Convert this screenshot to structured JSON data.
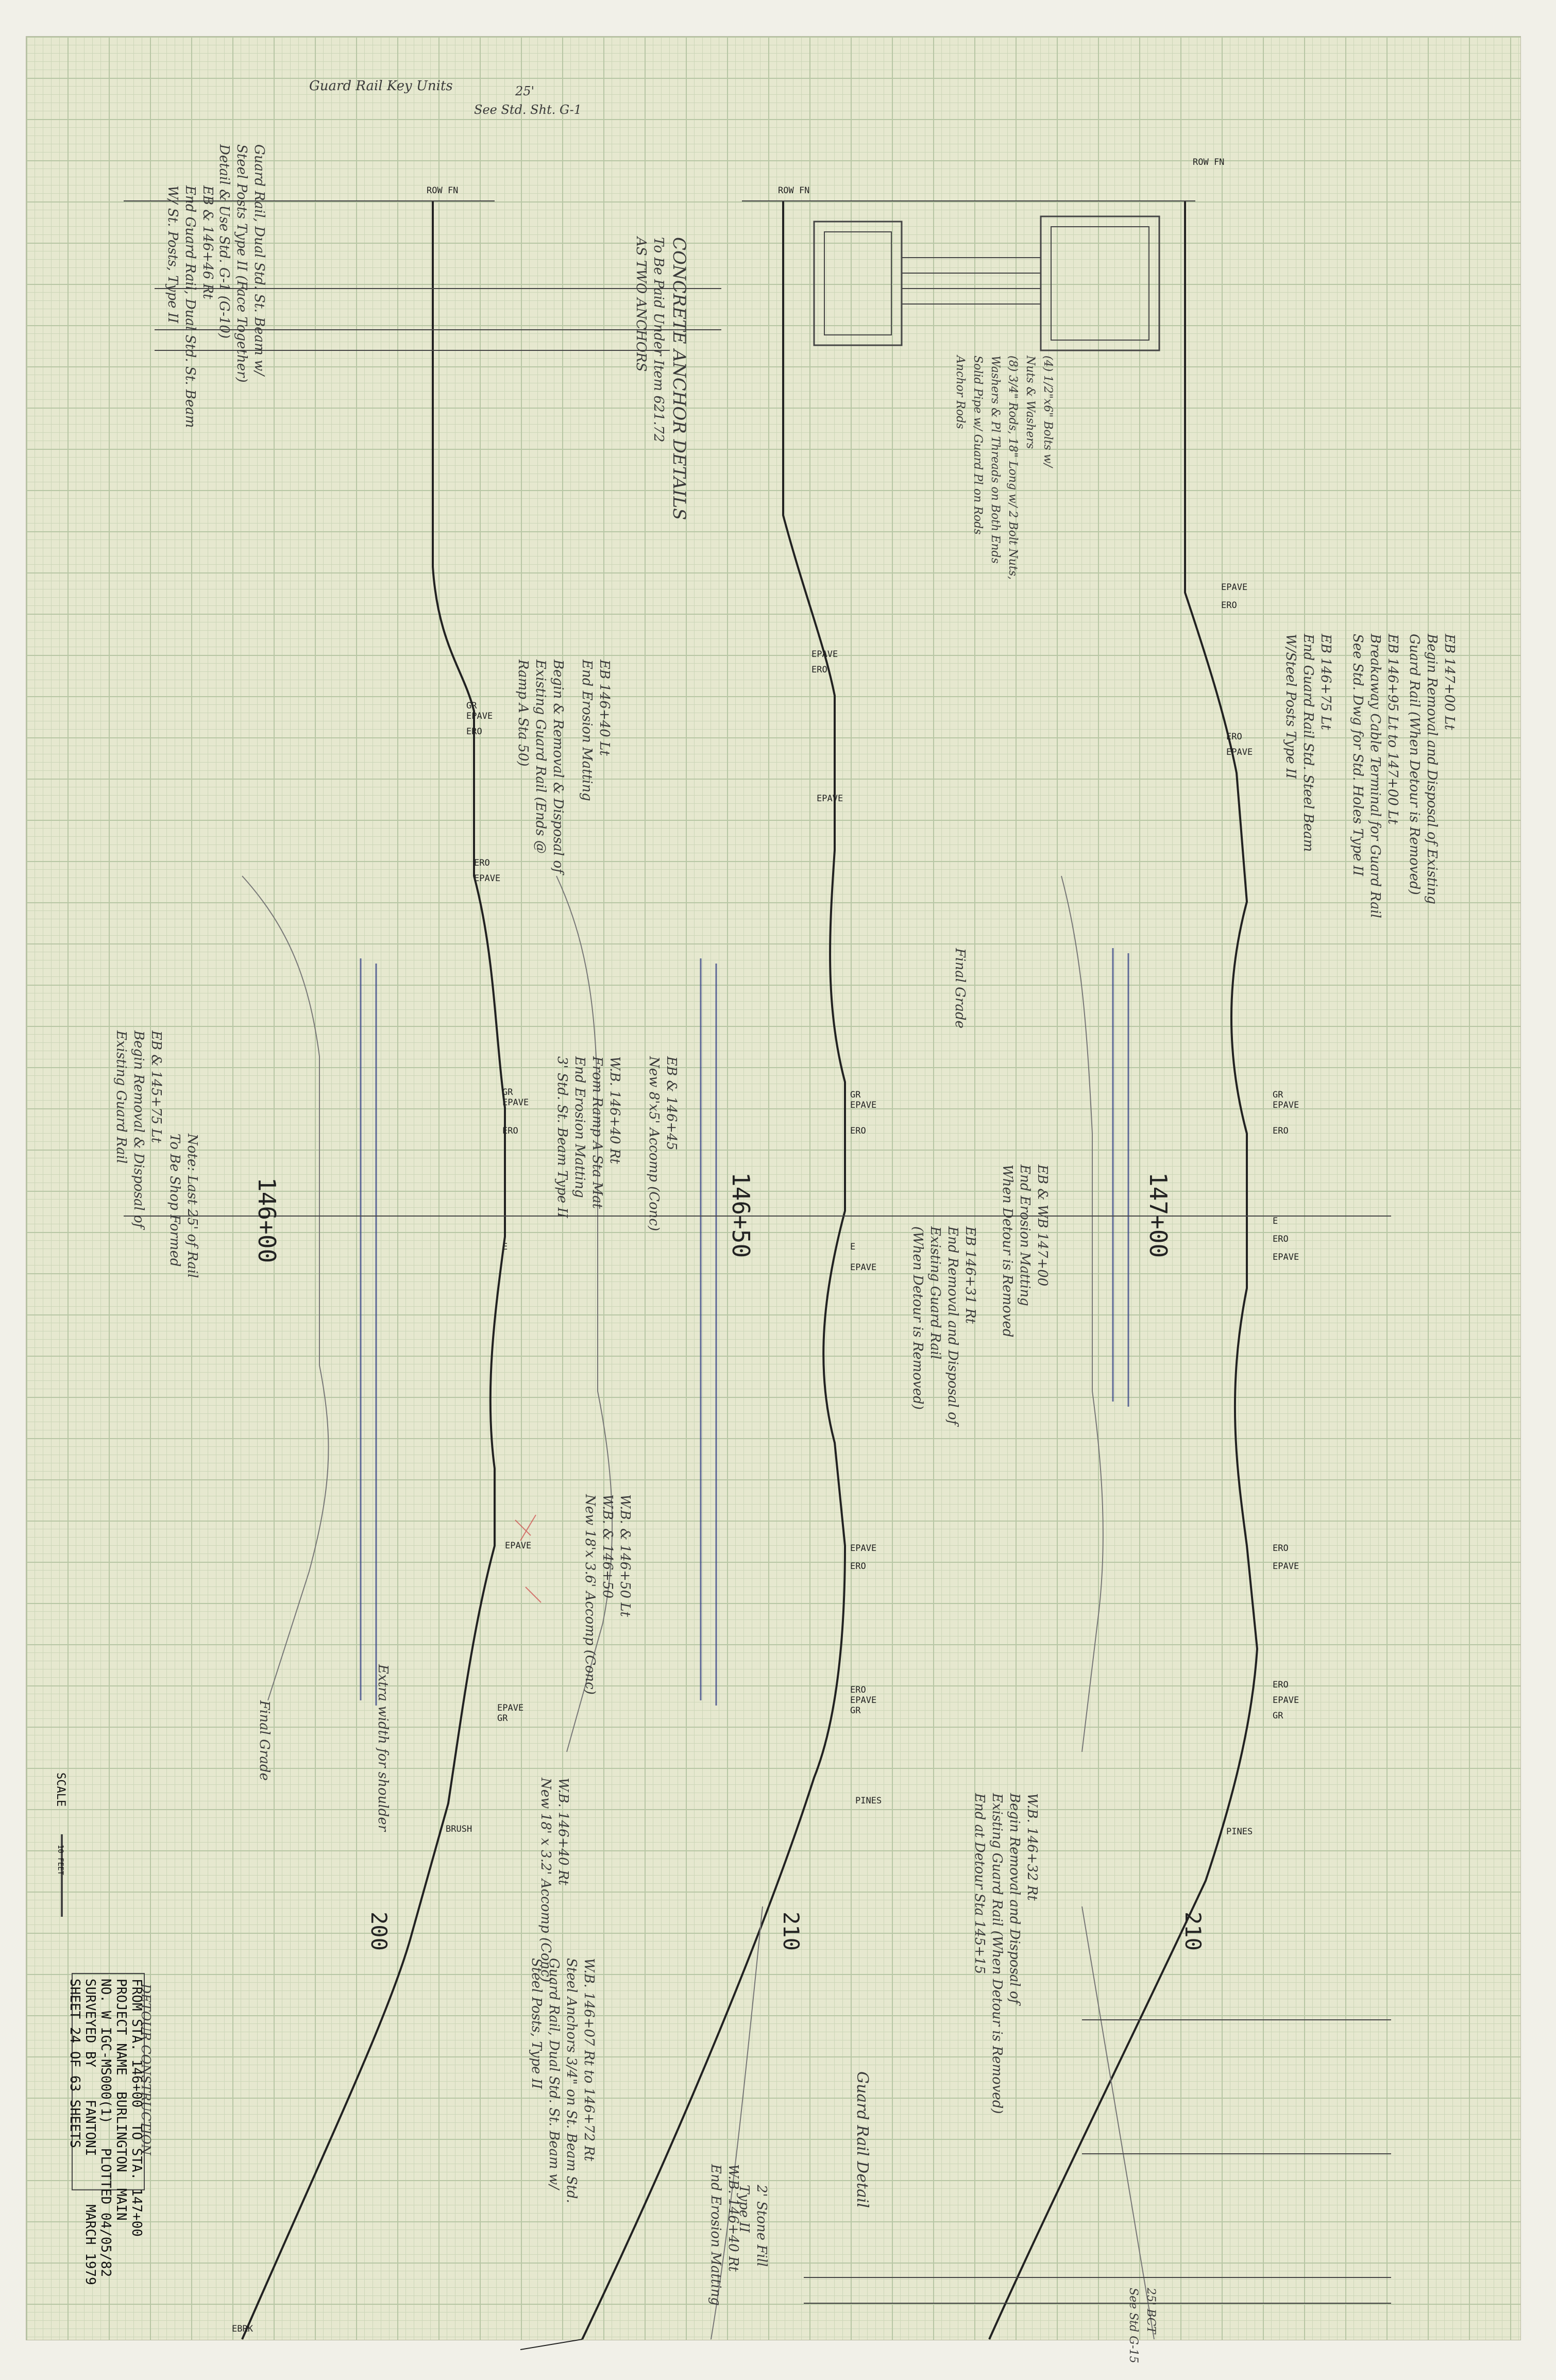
{
  "drawing": {
    "guard_rail_key_units": "Guard Rail Key Units",
    "see_std": "See Std. Sht. G-1",
    "dim_25": "25'",
    "row_fn": "ROW FN",
    "ero": "ERO",
    "epave": "EPAVE",
    "e_label": "E",
    "gr": "GR",
    "pines": "PINES",
    "brush": "BRUSH",
    "ebrk": "EBRK",
    "station_146": "146+00",
    "station_146_50": "146+50",
    "station_147": "147+00",
    "elev_200": "200",
    "elev_210a": "210",
    "elev_210b": "210",
    "concrete_anchor_title": "CONCRETE ANCHOR DETAILS",
    "concrete_anchor_sub": "To Be Paid Under Item 621.72\nAS TWO ANCHORS",
    "anchor_notes": "(4) 1/2\"x6\" Bolts w/\nNuts & Washers\n(8) 3/4\" Rods, 18\" Long w/ 2 Bolt Nuts,\nWashers & Pl Threads on Both Ends\nSolid Pipe w/ Guard Pl on Rods\nAnchor Rods",
    "top_notes": "EB 147+00 Lt\nBegin Removal and Disposal of Existing\nGuard Rail (When Detour is Removed)",
    "eb_notes_2": "EB 146+95 Lt to 147+00 Lt\nBreakaway Cable Terminal for Guard Rail\nSee Std. Dwg for Std. Holes Type II",
    "eb_notes_3": "EB 146+75 Lt\nEnd Guard Rail Std. Steel Beam\nW/Steel Posts Type II",
    "final_grade": "Final Grade",
    "eb_146_40": "EB 146+40 Lt\nEnd Erosion Matting",
    "begin_removal": "Begin & Removal & Disposal of\nExisting Guard Rail (Ends @\nRamp A Sta 50)",
    "anchor_note_left": "Note: Last 25' of Rail\nTo Be Shop Formed",
    "guard_rail_dual": "Guard Rail, Dual Std. St. Beam w/\nSteel Posts Type II (Face Together)\nDetail & Use Std. G-1 (G-10)",
    "eb_146_46": "EB & 146+46 Rt\nEnd Guard Rail, Dual Std. St. Beam\nW/ St. Posts, Type II",
    "eb_145_75": "EB & 145+75 Lt\nBegin Removal & Disposal of\nExisting Guard Rail",
    "eb_146_45": "EB & 146+45\nNew 8'x5' Accomp (Conc)",
    "wb_146_40": "W.B. 146+40 Rt\nFrom Ramp A Sta Mat\nEnd Erosion Matting\n3' Std. St. Beam Type II",
    "wb_146_50": "W.B. & 146+50 Lt\nW.B. & 146+50\nNew 18'x 3.6' Accomp (Conc)",
    "wb_146_40b": "W.B. 146+40 Rt\nNew 18' x 3.2' Accomp (Conc)",
    "wb_146_07": "W.B. 146+07 Rt to 146+72 Rt\nSteel Anchors 3/4\" on St. Beam Std.\nGuard Rail, Dual Std. St. Beam w/\nSteel Posts, Type II",
    "wb_146_32": "W.B. 146+32 Rt\nBegin Removal and Disposal of\nExisting Guard Rail (When Detour is Removed)\nEnd at Detour Sta 145+15",
    "eb_147_00": "EB & WB 147+00\nEnd Erosion Matting\nWhen Detour is Removed",
    "eb_147_rail": "EB 146+31 Rt\nEnd Removal and Disposal of\nExisting Guard Rail\n(When Detour is Removed)",
    "guard_rail_detail": "Guard Rail Detail",
    "stone_fill": "2' Stone Fill\nType II",
    "wb_146_40c": "W.B. 146+40 Rt\nEnd Erosion Matting",
    "detour_construction": "DETOUR CONSTRUCTION",
    "extra_width": "Extra width for shoulder",
    "sta_see_25": "25' BCT\nSee Std G-15"
  },
  "title_block": {
    "from_to": "FROM STA. 146+00  TO STA. 147+00",
    "project": "PROJECT NAME  BURLINGTON  MAIN",
    "number": "NO. W IGC-MS000(1)   PLOTTED 04/05/82",
    "surveyed": "SURVEYED BY    FANTONI      MARCH 1979",
    "sheet": "SHEET 24 OF 63 SHEETS",
    "scale_label": "SCALE",
    "scale_value": "10 FEET"
  }
}
